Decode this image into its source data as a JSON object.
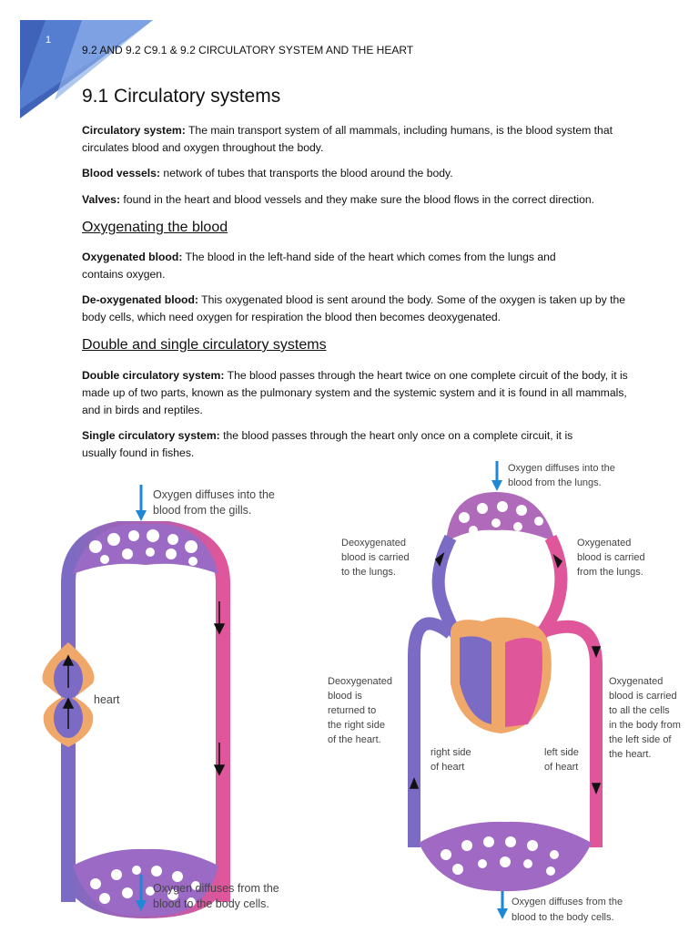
{
  "page_number": "1",
  "header": "9.2 AND 9.2 C9.1 & 9.2 CIRCULATORY SYSTEM AND THE HEART",
  "title": "9.1 Circulatory systems",
  "definitions1": [
    {
      "term": "Circulatory system:",
      "text": "The main transport system of all mammals, including humans, is the blood system that circulates blood and oxygen throughout the body."
    },
    {
      "term": "Blood vessels:",
      "text": "network of tubes that transports the blood around the body."
    },
    {
      "term": "Valves:",
      "text": "found in the heart and blood vessels and they make sure the blood flows in the correct direction."
    }
  ],
  "section2": "Oxygenating the blood",
  "definitions2": [
    {
      "term": "Oxygenated blood:",
      "text": "The blood in the left-hand side of the heart which comes from the lungs and contains oxygen."
    },
    {
      "term": "De-oxygenated blood:",
      "text": "This oxygenated blood is sent around the body. Some of the oxygen is taken up by the body cells, which need oxygen for respiration the blood then becomes deoxygenated."
    }
  ],
  "section3": "Double and single circulatory systems",
  "definitions3": [
    {
      "term": "Double circulatory system:",
      "text": "The blood passes through the heart twice on one complete circuit of the body, it is made up of two parts, known as the pulmonary system and the systemic system and it is found in all mammals, and in birds and reptiles."
    },
    {
      "term": "Single circulatory system:",
      "text": "the blood passes through the heart only once on a complete circuit, it is usually found in fishes."
    }
  ],
  "single_diagram": {
    "top_label": [
      "Oxygen diffuses into the",
      "blood from the gills."
    ],
    "heart_label": "heart",
    "bottom_label": [
      "Oxygen diffuses from the",
      "blood to the body cells."
    ]
  },
  "double_diagram": {
    "top_label": [
      "Oxygen diffuses into the",
      "blood from the lungs."
    ],
    "deoxy_lungs": [
      "Deoxygenated",
      "blood is carried",
      "to the lungs."
    ],
    "oxy_lungs": [
      "Oxygenated",
      "blood is carried",
      "from the lungs."
    ],
    "deoxy_return": [
      "Deoxygenated",
      "blood is",
      "returned to",
      "the right side",
      "of the heart."
    ],
    "oxy_body": [
      "Oxygenated",
      "blood is carried",
      "to all the cells",
      "in the body from",
      "the left side of",
      "the heart."
    ],
    "right_side": [
      "right side",
      "of heart"
    ],
    "left_side": [
      "left side",
      "of heart"
    ],
    "bottom_label": [
      "Oxygen diffuses from the",
      "blood to the body cells."
    ]
  },
  "colors": {
    "oxygenated": "#e0569a",
    "deoxygenated": "#7b6bc4",
    "arrow": "#1e88d6",
    "heart_outer": "#f0a86a",
    "corner": "#3f6fc4"
  }
}
